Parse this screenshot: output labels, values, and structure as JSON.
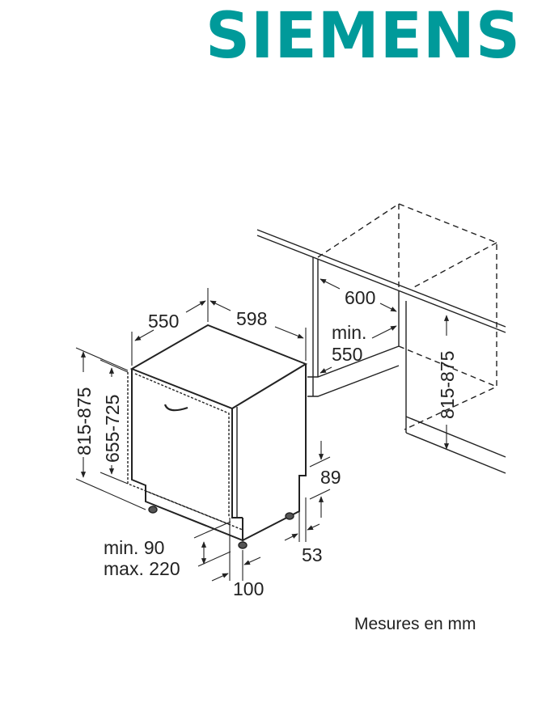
{
  "brand": {
    "name": "SIEMENS",
    "color": "#009a9a"
  },
  "diagram": {
    "dimensions": {
      "depth": "550",
      "width": "598",
      "niche_width": "600",
      "niche_depth_line1": "min.",
      "niche_depth_line2": "550",
      "niche_height": "815-875",
      "appliance_height": "815-875",
      "door_height": "655-725",
      "plinth_recess": "89",
      "foot_height": "53",
      "plinth_line1": "min. 90",
      "plinth_line2": "max. 220",
      "plinth_depth": "100"
    },
    "units_note": "Mesures en mm"
  }
}
